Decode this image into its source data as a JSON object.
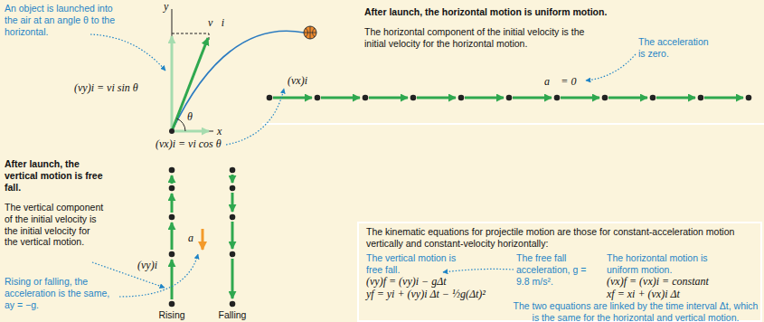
{
  "diagram": {
    "nodes": [
      {
        "text": [
          "The kinematic equations for projectile motion are those for constant-acceleration motion vertically and constant-velocity horizontally:",
          "The vertical motion is free fall.",
          "The free fall acceleration, g = 9.8 m/s².",
          "The horizontal motion is uniform motion.",
          "(vy)f = (vy)i − gΔt",
          "yf = yi + (vy)i Δt − ½g(Δt)²",
          "(vx)f = (vx)i = constant",
          "xf = xi + (vx)i Δt",
          "The two equations are linked by the time interval Δt, which is the same for the horizontal and vertical motion."
        ]
      }
    ],
    "labels": [
      "An object is launched into the air at an angle θ to the horizontal.",
      "y",
      "v⃗i",
      "(vy)i = vi sin θ",
      "θ",
      "x",
      "(vx)i = vi cos θ",
      "After launch, the vertical motion is free fall.",
      "The vertical component of the initial velocity is the initial velocity for the vertical motion.",
      "Rising or falling, the acceleration is the same, ay = −g.",
      "(vy)i",
      "a⃗",
      "Rising",
      "Falling",
      "After launch, the horizontal motion is uniform motion.",
      "The horizontal component of the initial velocity is the initial velocity for the horizontal motion.",
      "The acceleration is zero.",
      "(vx)i",
      "a⃗ = 0⃗"
    ]
  }
}
